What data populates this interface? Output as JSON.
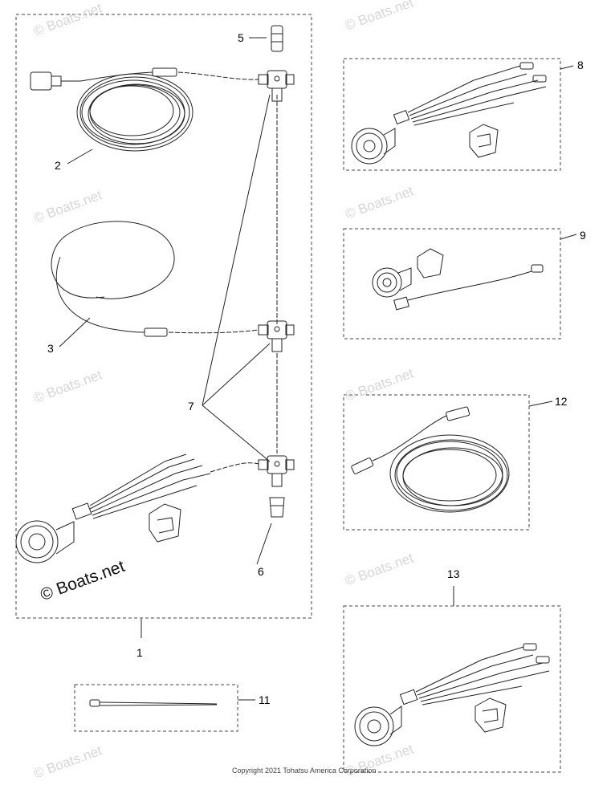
{
  "watermark_text": "© Boats.net",
  "watermark_main_text": "© Boats.net",
  "copyright": "Copyright 2021 Tohatsu America Corporation",
  "callouts": [
    "1",
    "2",
    "3",
    "5",
    "6",
    "7",
    "8",
    "9",
    "11",
    "12",
    "13"
  ]
}
